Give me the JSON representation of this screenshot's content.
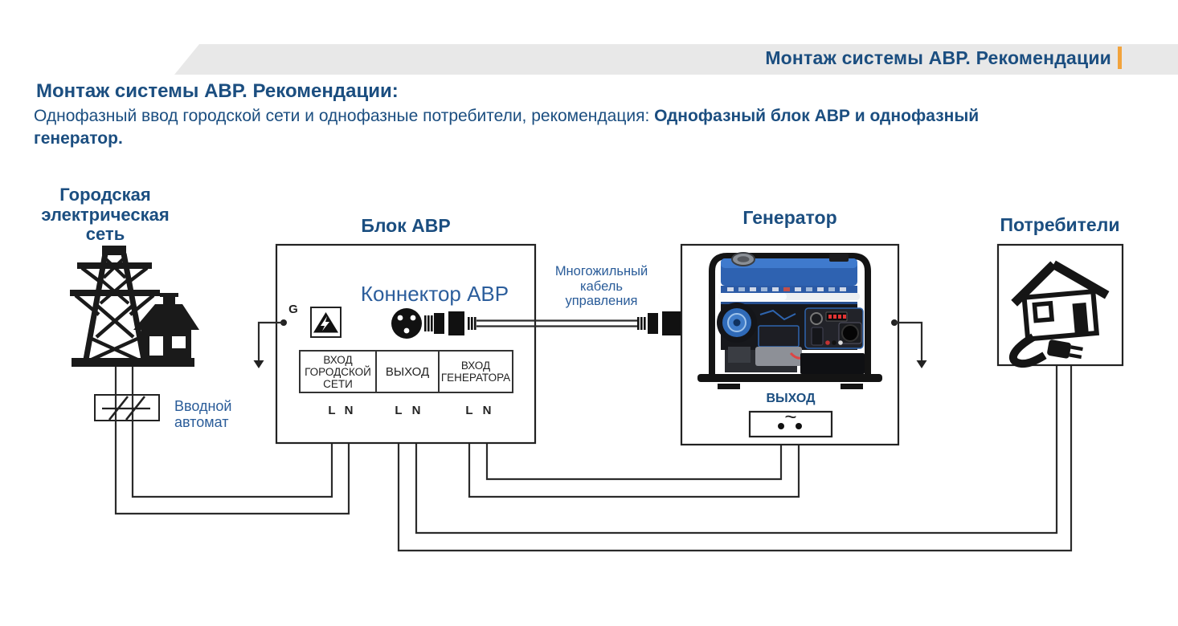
{
  "slide": {
    "header": {
      "title": "Монтаж системы АВР. Рекомендации",
      "accent_color": "#F2A33C"
    },
    "heading": "Монтаж системы АВР. Рекомендации:",
    "lead_normal": "Однофазный ввод городской сети и однофазные потребители, рекомендация: ",
    "lead_bold": "Однофазный блок АВР и однофазный генератор."
  },
  "diagram": {
    "city": {
      "title": "Городская электрическая сеть",
      "breaker_label": "Вводной автомат"
    },
    "avr": {
      "title": "Блок АВР",
      "connector_label": "Коннектор АВР",
      "ground_label": "G",
      "cell_city_input": "ВХОД ГОРОДСКОЙ СЕТИ",
      "cell_output": "ВЫХОД",
      "cell_gen_input": "ВХОД ГЕНЕРАТОРА",
      "terminals": [
        "L",
        "N",
        "L",
        "N",
        "L",
        "N"
      ]
    },
    "cable": {
      "label": "Многожильный кабель управления"
    },
    "generator": {
      "title": "Генератор",
      "output_label": "ВЫХОД",
      "ac_symbol": "~"
    },
    "consumers": {
      "title": "Потребители"
    }
  },
  "colors": {
    "heading_blue": "#1B4E80",
    "label_blue": "#2A5C99",
    "accent_orange": "#F2A33C",
    "line": "#2B2B2B",
    "generator_blue": "#2F64B5",
    "band_gray": "#E8E8E8"
  }
}
